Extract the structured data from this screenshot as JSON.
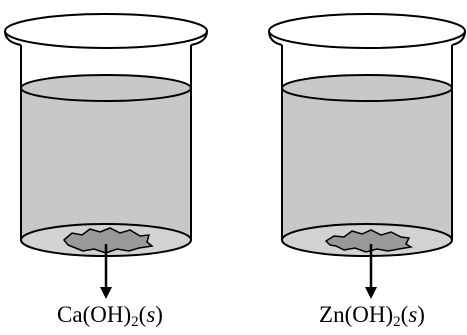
{
  "beakers": [
    {
      "name": "left",
      "compound": {
        "base": "Ca(OH)",
        "subscript": "2",
        "state_open": "(",
        "state": "s",
        "state_close": ")"
      }
    },
    {
      "name": "right",
      "compound": {
        "base": "Zn(OH)",
        "subscript": "2",
        "state_open": "(",
        "state": "s",
        "state_close": ")"
      }
    }
  ],
  "colors": {
    "liquid": "#c8c8c8",
    "solid": "#999999",
    "outline": "#000000",
    "background": "#ffffff"
  }
}
